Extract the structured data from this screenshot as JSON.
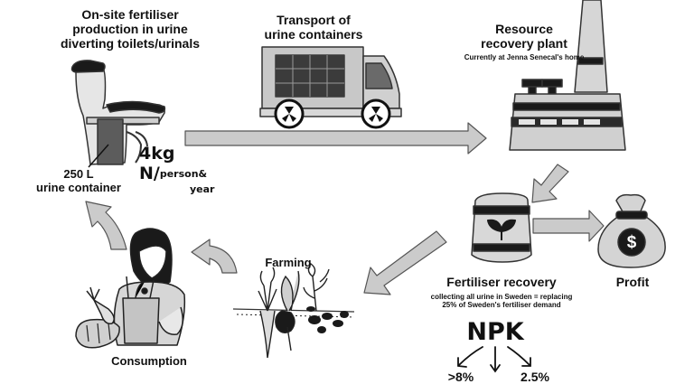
{
  "toilet": {
    "title_lines": [
      "On-site fertiliser",
      "production in urine",
      "diverting toilets/urinals"
    ],
    "container_lines": [
      "250 L",
      "urine container"
    ],
    "rate_main": "4kg N/",
    "rate_lines": [
      "person&",
      "year"
    ]
  },
  "transport": {
    "title_lines": [
      "Transport of",
      "urine containers"
    ]
  },
  "plant": {
    "title_lines": [
      "Resource",
      "recovery plant"
    ],
    "note": "Currently at Jenna Senecal's home"
  },
  "recovery": {
    "title": "Fertiliser recovery",
    "note_lines": [
      "collecting all urine in Sweden = replacing",
      "25% of Sweden's fertiliser demand"
    ]
  },
  "npk": {
    "label": "NPK",
    "values": [
      ">8%",
      "",
      "2.5%"
    ]
  },
  "profit": {
    "label": "Profit",
    "symbol": "$"
  },
  "farming": {
    "label": "Farming"
  },
  "consumption": {
    "label": "Consumption"
  },
  "colors": {
    "arrow": "#c8c8c8",
    "outline": "#444444",
    "dark": "#1a1a1a",
    "vehicle": "#bdbdbd"
  }
}
